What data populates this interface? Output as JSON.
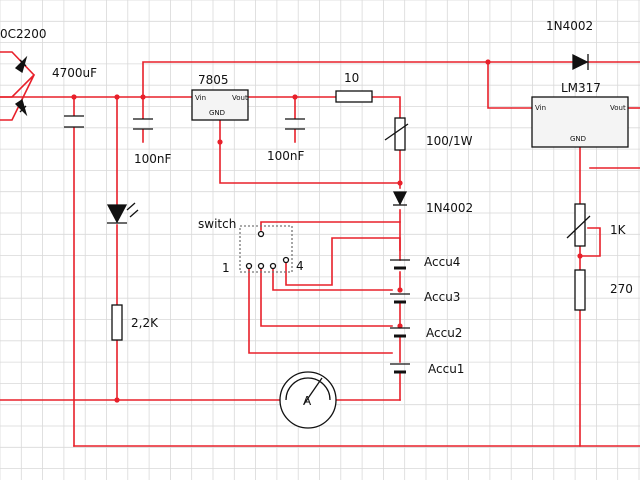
{
  "colors": {
    "background": "#ffffff",
    "grid": "#d9d9d9",
    "wire": "#e8202a",
    "component": "#111111",
    "box_fill": "#f4f4f4"
  },
  "labels": {
    "bridge": "0C2200",
    "cap_4700": "4700uF",
    "reg_7805": "7805",
    "reg_in": "Vin",
    "reg_out": "Vout",
    "reg_gnd": "GND",
    "cap_100n_a": "100nF",
    "cap_100n_b": "100nF",
    "res_10": "10",
    "pot_100": "100/1W",
    "diode_mid": "1N4002",
    "diode_top": "1N4002",
    "lm317": "LM317",
    "lm317_in": "Vin",
    "lm317_out": "Vout",
    "lm317_gnd": "GND",
    "pot_1k": "1K",
    "res_270": "270",
    "res_2k2": "2,2K",
    "switch": "switch",
    "switch_pos1": "1",
    "switch_pos4": "4",
    "accu4": "Accu4",
    "accu3": "Accu3",
    "accu2": "Accu2",
    "accu1": "Accu1",
    "ammeter": "A"
  }
}
